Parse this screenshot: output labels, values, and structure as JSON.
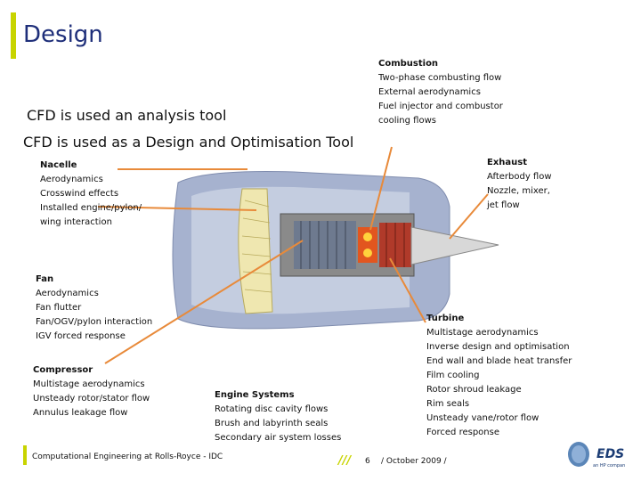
{
  "slide": {
    "title": "Design",
    "line1": "CFD is used an analysis tool",
    "line2": "CFD is used as a Design and Optimisation Tool"
  },
  "labels": {
    "combustion": {
      "heading": "Combustion",
      "items": [
        "Two-phase combusting flow",
        "External aerodynamics",
        "Fuel  injector and combustor",
        "cooling flows"
      ]
    },
    "nacelle": {
      "heading": "Nacelle",
      "items": [
        "Aerodynamics",
        "Crosswind effects",
        "Installed engine/pylon/",
        "wing interaction"
      ]
    },
    "exhaust": {
      "heading": "Exhaust",
      "items": [
        "Afterbody flow",
        "Nozzle, mixer,",
        "jet flow"
      ]
    },
    "fan": {
      "heading": "Fan",
      "items": [
        "Aerodynamics",
        "Fan flutter",
        "Fan/OGV/pylon interaction",
        "IGV forced response"
      ]
    },
    "turbine": {
      "heading": "Turbine",
      "items": [
        "Multistage aerodynamics",
        "Inverse design and optimisation",
        "End wall and blade heat transfer",
        "Film cooling",
        "Rotor shroud leakage",
        "Rim seals",
        "Unsteady vane/rotor flow",
        "Forced response"
      ]
    },
    "compressor": {
      "heading": "Compressor",
      "items": [
        "Multistage aerodynamics",
        "Unsteady rotor/stator flow",
        "Annulus leakage flow"
      ]
    },
    "engine_systems": {
      "heading": "Engine Systems",
      "items": [
        "Rotating disc cavity flows",
        "Brush and labyrinth seals",
        "Secondary air system losses"
      ]
    }
  },
  "footer": {
    "left": "Computational Engineering at Rolls-Royce - IDC",
    "slashes": "///",
    "page": "6",
    "date": "/ October 2009 /"
  },
  "logo": {
    "name": "EDS",
    "sub": "an HP company"
  },
  "colors": {
    "accent": "#c8d400",
    "title": "#1f2f7a",
    "arrow": "#e88a3a",
    "nacelle": "#a6b2cf"
  }
}
